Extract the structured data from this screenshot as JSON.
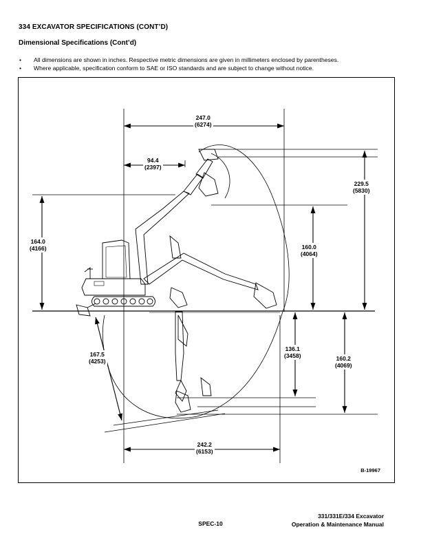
{
  "header": {
    "title": "334 EXCAVATOR SPECIFICATIONS (CONT’D)",
    "subtitle": "Dimensional Specifications (Cont’d)"
  },
  "notes": [
    "All dimensions are shown in inches. Respective metric dimensions are given in millimeters enclosed by parentheses.",
    "Where applicable, specification conform to SAE or ISO standards and are subject to change without notice."
  ],
  "bullet_symbol": "•",
  "figure": {
    "code": "B-19967",
    "dimensions": {
      "max_reach": {
        "inches": "247.0",
        "mm": "(6274)"
      },
      "swing_offset": {
        "inches": "94.4",
        "mm": "(2397)"
      },
      "max_height": {
        "inches": "229.5",
        "mm": "(5830)"
      },
      "operating_height": {
        "inches": "164.0",
        "mm": "(4166)"
      },
      "dump_height": {
        "inches": "160.0",
        "mm": "(4064)"
      },
      "dig_depth_vertical": {
        "inches": "136.1",
        "mm": "(3458)"
      },
      "max_dig_depth": {
        "inches": "160.2",
        "mm": "(4069)"
      },
      "dig_depth_slope": {
        "inches": "167.5",
        "mm": "(4253)"
      },
      "reach_at_depth": {
        "inches": "242.2",
        "mm": "(6153)"
      }
    }
  },
  "footer": {
    "page": "SPEC-10",
    "manual_line1": "331/331E/334 Excavator",
    "manual_line2": "Operation & Maintenance Manual"
  }
}
